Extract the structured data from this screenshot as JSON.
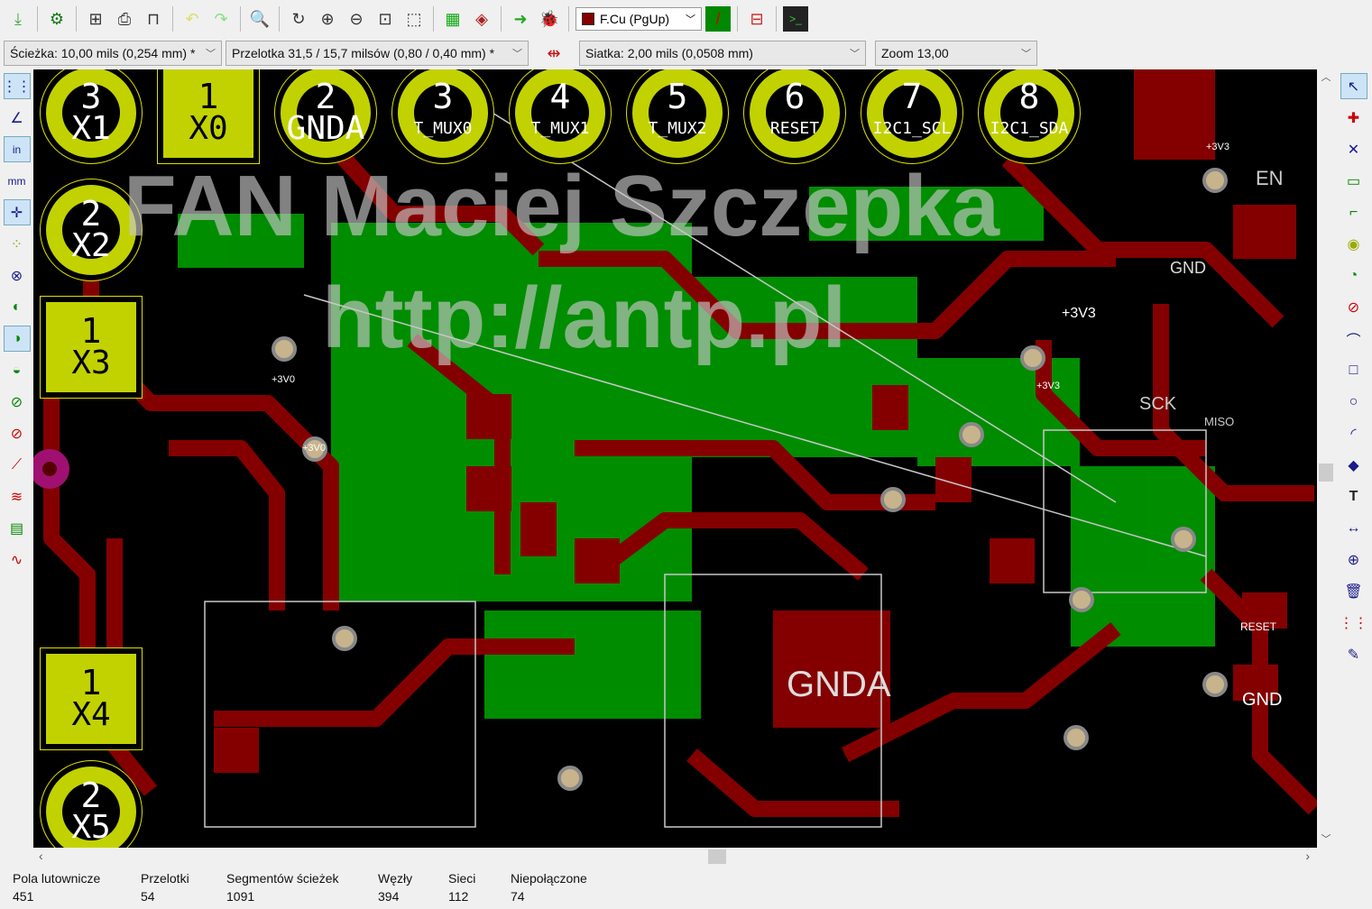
{
  "toolbar": {
    "layer_select": "F.Cu (PgUp)",
    "layer_color": "#840000"
  },
  "options": {
    "track": "Ścieżka: 10,00 mils (0,254 mm) *",
    "via": "Przelotka 31,5 / 15,7 milsów (0,80 / 0,40 mm) *",
    "grid": "Siatka: 2,00 mils (0,0508 mm)",
    "zoom": "Zoom 13,00"
  },
  "board": {
    "watermark1": "FAN Maciej Szczepka",
    "watermark2": "http://antp.pl",
    "pads": [
      {
        "num": "3",
        "net": "X1"
      },
      {
        "num": "1",
        "net": "X0"
      },
      {
        "num": "2",
        "net": "GNDA"
      },
      {
        "num": "3",
        "net": "T_MUX0"
      },
      {
        "num": "4",
        "net": "T_MUX1"
      },
      {
        "num": "5",
        "net": "T_MUX2"
      },
      {
        "num": "6",
        "net": "RESET"
      },
      {
        "num": "7",
        "net": "I2C1_SCL"
      },
      {
        "num": "8",
        "net": "I2C1_SDA"
      },
      {
        "num": "2",
        "net": "X2"
      },
      {
        "num": "1",
        "net": "X3"
      },
      {
        "num": "1",
        "net": "X4"
      },
      {
        "num": "2",
        "net": "X5"
      }
    ],
    "labels": [
      "+3V0",
      "+3V0",
      "+3V3",
      "+3V3",
      "GNDA",
      "GND",
      "SCK",
      "MISO",
      "EN",
      "RESET",
      "GND",
      "+3V3"
    ]
  },
  "colors": {
    "background": "#000000",
    "front_copper": "#840000",
    "back_copper": "#009c00",
    "pad": "#c2d200"
  },
  "status": [
    {
      "label": "Pola lutownicze",
      "value": "451"
    },
    {
      "label": "Przelotki",
      "value": "54"
    },
    {
      "label": "Segmentów ścieżek",
      "value": "1091"
    },
    {
      "label": "Węzły",
      "value": "394"
    },
    {
      "label": "Sieci",
      "value": "112"
    },
    {
      "label": "Niepołączone",
      "value": "74"
    }
  ]
}
